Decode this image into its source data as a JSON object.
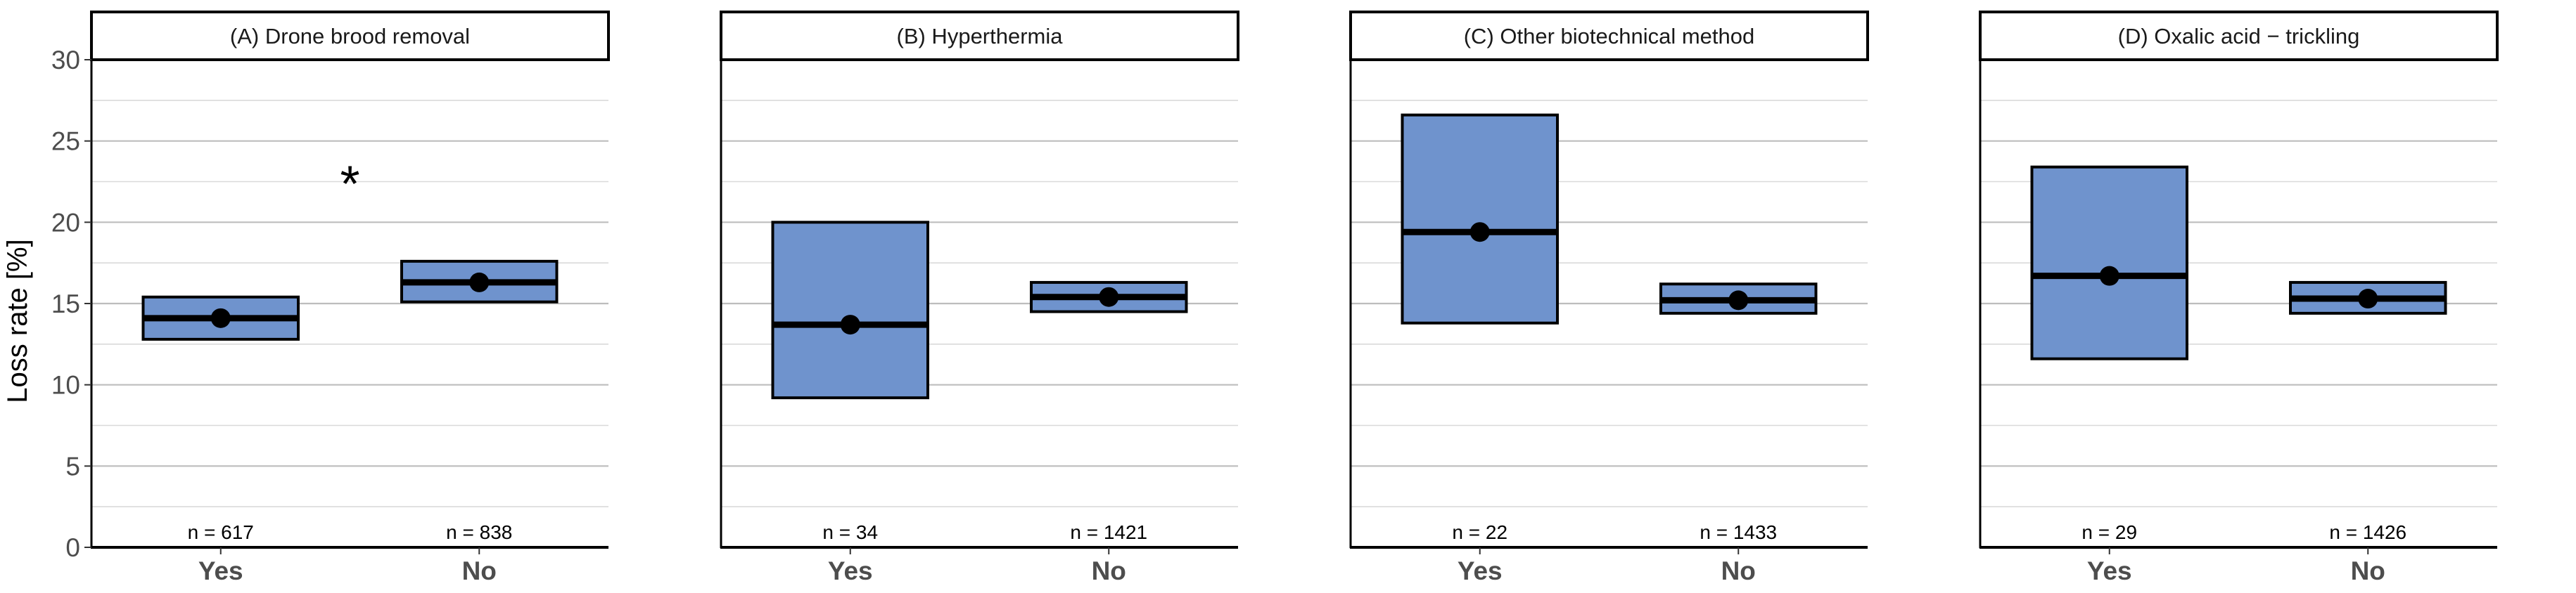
{
  "chart_data": {
    "type": "box",
    "ylabel": "Loss rate [%]",
    "ylim": [
      0,
      30
    ],
    "yticks": [
      0,
      5,
      10,
      15,
      20,
      25,
      30
    ],
    "minor_gridlines": true,
    "box_fill": "#6f93cd",
    "n_prefix": "n = ",
    "panels": [
      {
        "title": "(A) Drone brood removal",
        "groups": [
          {
            "category": "Yes",
            "lower": 12.8,
            "mid": 14.1,
            "upper": 15.4,
            "point": 14.1,
            "n": "617"
          },
          {
            "category": "No",
            "lower": 15.1,
            "mid": 16.3,
            "upper": 17.6,
            "point": 16.3,
            "n": "838"
          }
        ],
        "significance": "*"
      },
      {
        "title": "(B) Hyperthermia",
        "groups": [
          {
            "category": "Yes",
            "lower": 9.2,
            "mid": 13.7,
            "upper": 20.0,
            "point": 13.7,
            "n": "34"
          },
          {
            "category": "No",
            "lower": 14.5,
            "mid": 15.4,
            "upper": 16.3,
            "point": 15.4,
            "n": "1421"
          }
        ],
        "significance": ""
      },
      {
        "title": "(C) Other biotechnical method",
        "groups": [
          {
            "category": "Yes",
            "lower": 13.8,
            "mid": 19.4,
            "upper": 26.6,
            "point": 19.4,
            "n": "22"
          },
          {
            "category": "No",
            "lower": 14.4,
            "mid": 15.2,
            "upper": 16.2,
            "point": 15.2,
            "n": "1433"
          }
        ],
        "significance": ""
      },
      {
        "title": "(D) Oxalic acid − trickling",
        "groups": [
          {
            "category": "Yes",
            "lower": 11.6,
            "mid": 16.7,
            "upper": 23.4,
            "point": 16.7,
            "n": "29"
          },
          {
            "category": "No",
            "lower": 14.4,
            "mid": 15.3,
            "upper": 16.3,
            "point": 15.3,
            "n": "1426"
          }
        ],
        "significance": ""
      }
    ]
  }
}
